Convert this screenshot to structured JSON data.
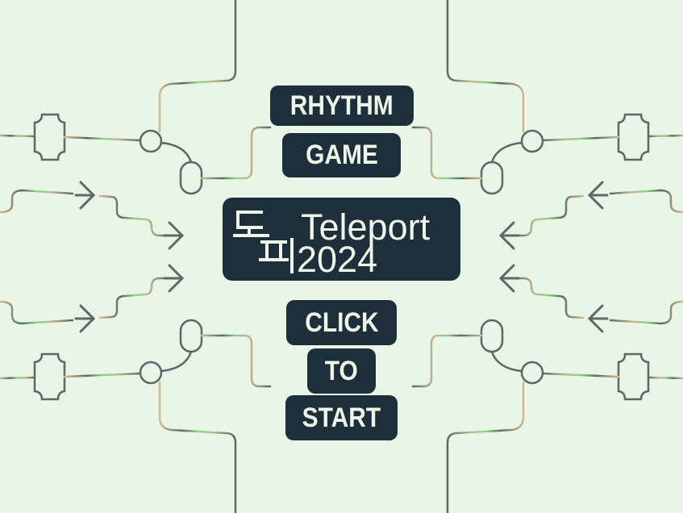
{
  "title": {
    "line1": "RHYTHM",
    "line2": "GAME"
  },
  "logo": {
    "korean": "도피",
    "name": "Teleport",
    "year": "2024"
  },
  "start": {
    "line1": "CLICK",
    "line2": "TO",
    "line3": "START"
  },
  "colors": {
    "background": "#e7f6e7",
    "box": "#1d2f3a",
    "text": "#eef6e8",
    "track": "#5a6a66",
    "accent_tan": "#d6b98a",
    "accent_green": "#7fd67a"
  }
}
